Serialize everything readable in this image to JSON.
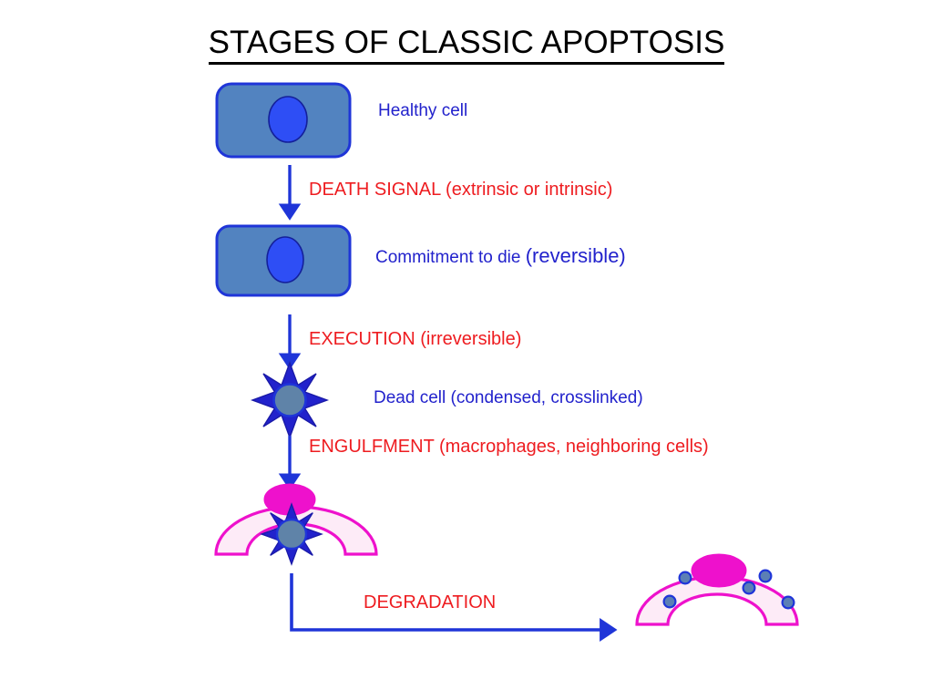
{
  "title": "STAGES OF CLASSIC APOPTOSIS",
  "labels": {
    "healthy_cell": "Healthy cell",
    "death_signal": "DEATH SIGNAL (extrinsic or intrinsic)",
    "commitment_main": "Commitment to die ",
    "commitment_paren": "(reversible)",
    "execution": "EXECUTION (irreversible)",
    "dead_cell": "Dead cell (condensed, crosslinked)",
    "engulfment": "ENGULFMENT (macrophages, neighboring cells)",
    "degradation": "DEGRADATION"
  },
  "colors": {
    "title_text": "#000000",
    "blue_text": "#2222cc",
    "red_text": "#ee1c20",
    "cell_body_fill": "#5283c0",
    "cell_body_stroke": "#1f35d8",
    "nucleus_fill": "#2e4ef5",
    "nucleus_stroke": "#14209a",
    "star_fill": "#2222cc",
    "star_stroke": "#1a1aa8",
    "star_core_fill": "#5f83a8",
    "star_core_stroke": "#1f35d8",
    "macrophage_fill": "#fdebf7",
    "macrophage_stroke": "#ee11cc",
    "macrophage_nucleus": "#ee11cc",
    "fragment_fill": "#5b7fb5",
    "fragment_stroke": "#1f35d8",
    "arrow": "#1f35d8"
  },
  "stages": [
    {
      "id": "healthy-cell",
      "kind": "cell",
      "label": "Healthy cell"
    },
    {
      "id": "death-signal",
      "kind": "arrow-label",
      "label": "DEATH SIGNAL (extrinsic or intrinsic)"
    },
    {
      "id": "committed-cell",
      "kind": "cell",
      "label": "Commitment to die (reversible)"
    },
    {
      "id": "execution",
      "kind": "arrow-label",
      "label": "EXECUTION (irreversible)"
    },
    {
      "id": "dead-cell",
      "kind": "star",
      "label": "Dead cell (condensed, crosslinked)"
    },
    {
      "id": "engulfment",
      "kind": "arrow-label",
      "label": "ENGULFMENT (macrophages, neighboring cells)"
    },
    {
      "id": "macrophage-engulfing",
      "kind": "macrophage",
      "label": ""
    },
    {
      "id": "degradation",
      "kind": "arrow-label",
      "label": "DEGRADATION"
    },
    {
      "id": "macrophage-degraded",
      "kind": "macrophage",
      "label": ""
    }
  ],
  "fragments_count": 5
}
